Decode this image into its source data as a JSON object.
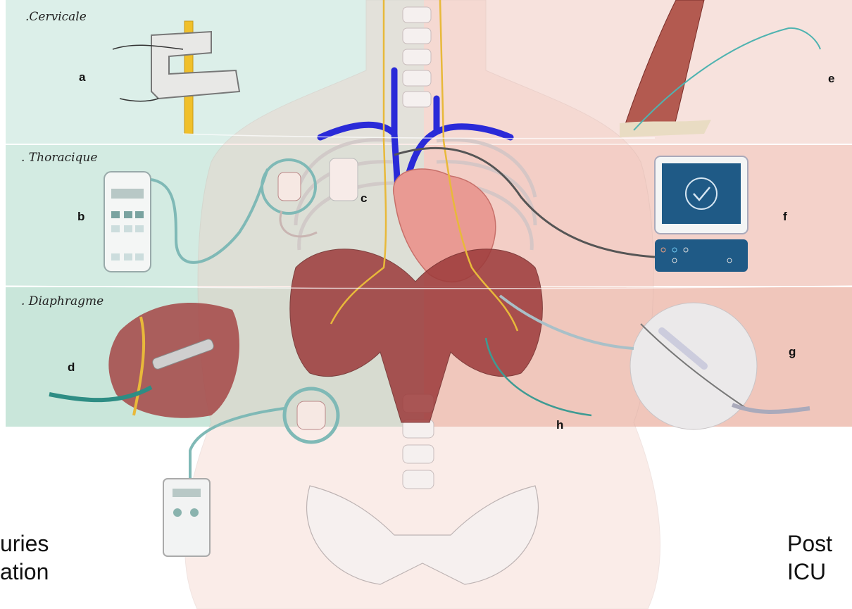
{
  "sections": {
    "cervical": ".Cervicale",
    "thoracic": ". Thoracique",
    "diaphragm": ". Diaphragme"
  },
  "panel_letters": {
    "a": "a",
    "b": "b",
    "c": "c",
    "d": "d",
    "e": "e",
    "f": "f",
    "g": "g",
    "h": "h"
  },
  "captions": {
    "left_line1": "uries",
    "left_line2": "ation",
    "right_line1": "Post",
    "right_line2": "ICU"
  },
  "colors": {
    "left_band": "#dcefe9",
    "right_band": "#f6dcd6",
    "nerve": "#e8b93a",
    "vein": "#2a2ad8",
    "muscle": "#9c3a3a",
    "cable": "#7fb9b6",
    "monitor": "#1f5a86"
  }
}
